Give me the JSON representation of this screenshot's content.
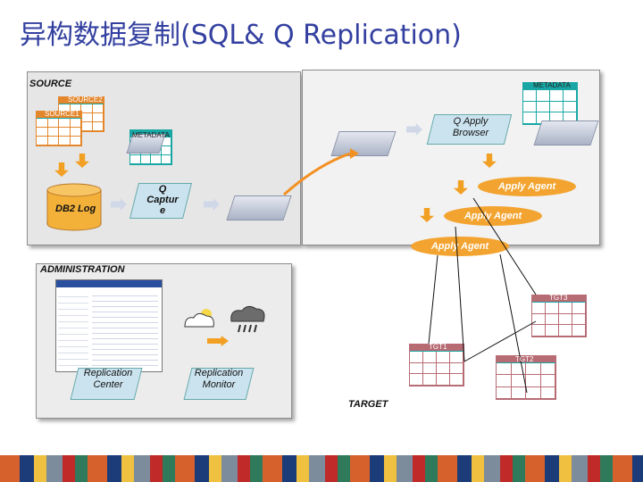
{
  "title": "异构数据复制(SQL& Q Replication)",
  "source": {
    "label": "SOURCE",
    "tables": [
      "SOURCE2",
      "SOURCE1"
    ],
    "metadata_labels": [
      "METADATA",
      "METADATA"
    ],
    "db2_log": "DB2 Log",
    "q_capture": "Q Captur e"
  },
  "browser": {
    "label": "Q Apply Browser"
  },
  "agents": [
    "Apply Agent",
    "Apply Agent",
    "Apply Agent"
  ],
  "administration": {
    "label": "ADMINISTRATION",
    "replication_center": "Replication Center",
    "replication_monitor": "Replication Monitor"
  },
  "target": {
    "label": "TARGET",
    "tables": [
      "TGT1",
      "TGT2",
      "TGT3"
    ]
  },
  "colors": {
    "teal": "#18a7a5",
    "orange": "#e3862c",
    "maroon": "#b76c74",
    "agent": "#f3a430",
    "title": "#3340a0"
  }
}
